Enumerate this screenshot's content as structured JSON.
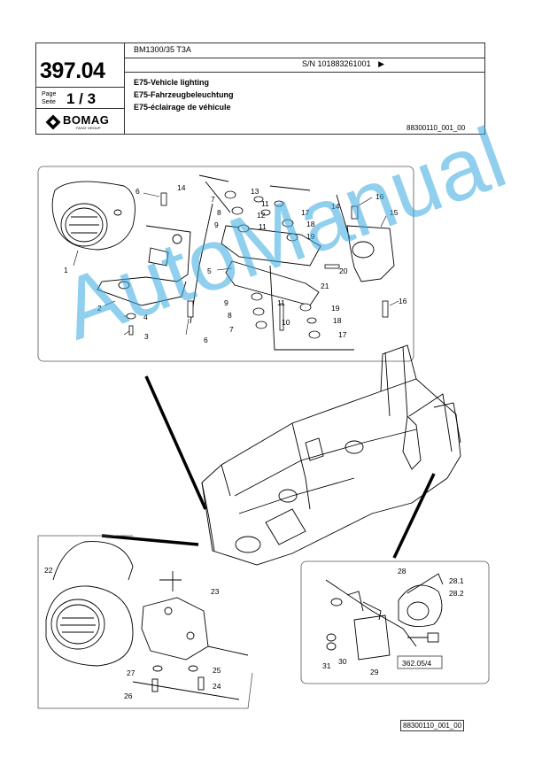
{
  "header": {
    "model": "BM1300/35 T3A",
    "serial": "S/N 101883261001",
    "page_number": "397.04",
    "page_label": "Page\nSeite",
    "page_fraction": "1 / 3",
    "brand": "BOMAG",
    "brand_sub": "FAYAT GROUP",
    "titles": [
      "E75-Vehicle lighting",
      "E75-Fahrzeugbeleuchtung",
      "E75-éclairage de véhicule"
    ],
    "reference": "88300110_001_00"
  },
  "watermark": "AutoManual",
  "labels": {
    "top": [
      "1",
      "2",
      "3",
      "4",
      "5",
      "6",
      "6",
      "7",
      "7",
      "8",
      "8",
      "9",
      "9",
      "10",
      "11",
      "11",
      "11",
      "12",
      "13",
      "14",
      "14",
      "15",
      "16",
      "16",
      "17",
      "17",
      "18",
      "18",
      "19",
      "19",
      "20",
      "21"
    ],
    "bottom_left": [
      "22",
      "23",
      "24",
      "25",
      "26",
      "27"
    ],
    "bottom_right": [
      "28",
      "28.1",
      "28.2",
      "29",
      "30",
      "31"
    ]
  },
  "crossref": "362.05/4",
  "footer_ref": "88300110_001_00"
}
